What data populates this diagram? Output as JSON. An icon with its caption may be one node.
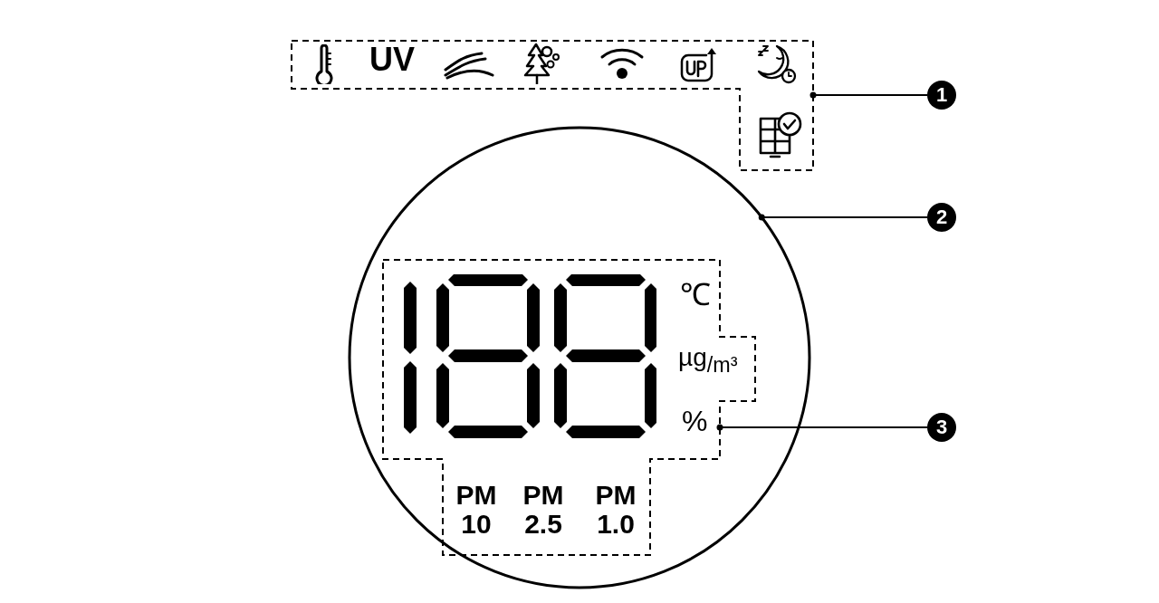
{
  "diagram": {
    "nodes": [
      {
        "text": [
          "UV"
        ]
      },
      {
        "text": [
          "1"
        ]
      },
      {
        "text": [],
        "shape": "circle"
      },
      {
        "text": [
          "2"
        ]
      },
      {
        "text": [
          "℃",
          "µg$_{/m³}$",
          "%",
          "PM 10",
          "PM 2.5",
          "PM 1.0"
        ],
        "in": 2
      },
      {
        "text": [
          "3"
        ]
      }
    ],
    "edges": [
      {
        "from": 1,
        "to": 0,
        "arrow": "other"
      },
      {
        "from": 3,
        "to": 2,
        "arrow": "other"
      },
      {
        "from": 5,
        "to": 4,
        "arrow": "other"
      }
    ]
  }
}
